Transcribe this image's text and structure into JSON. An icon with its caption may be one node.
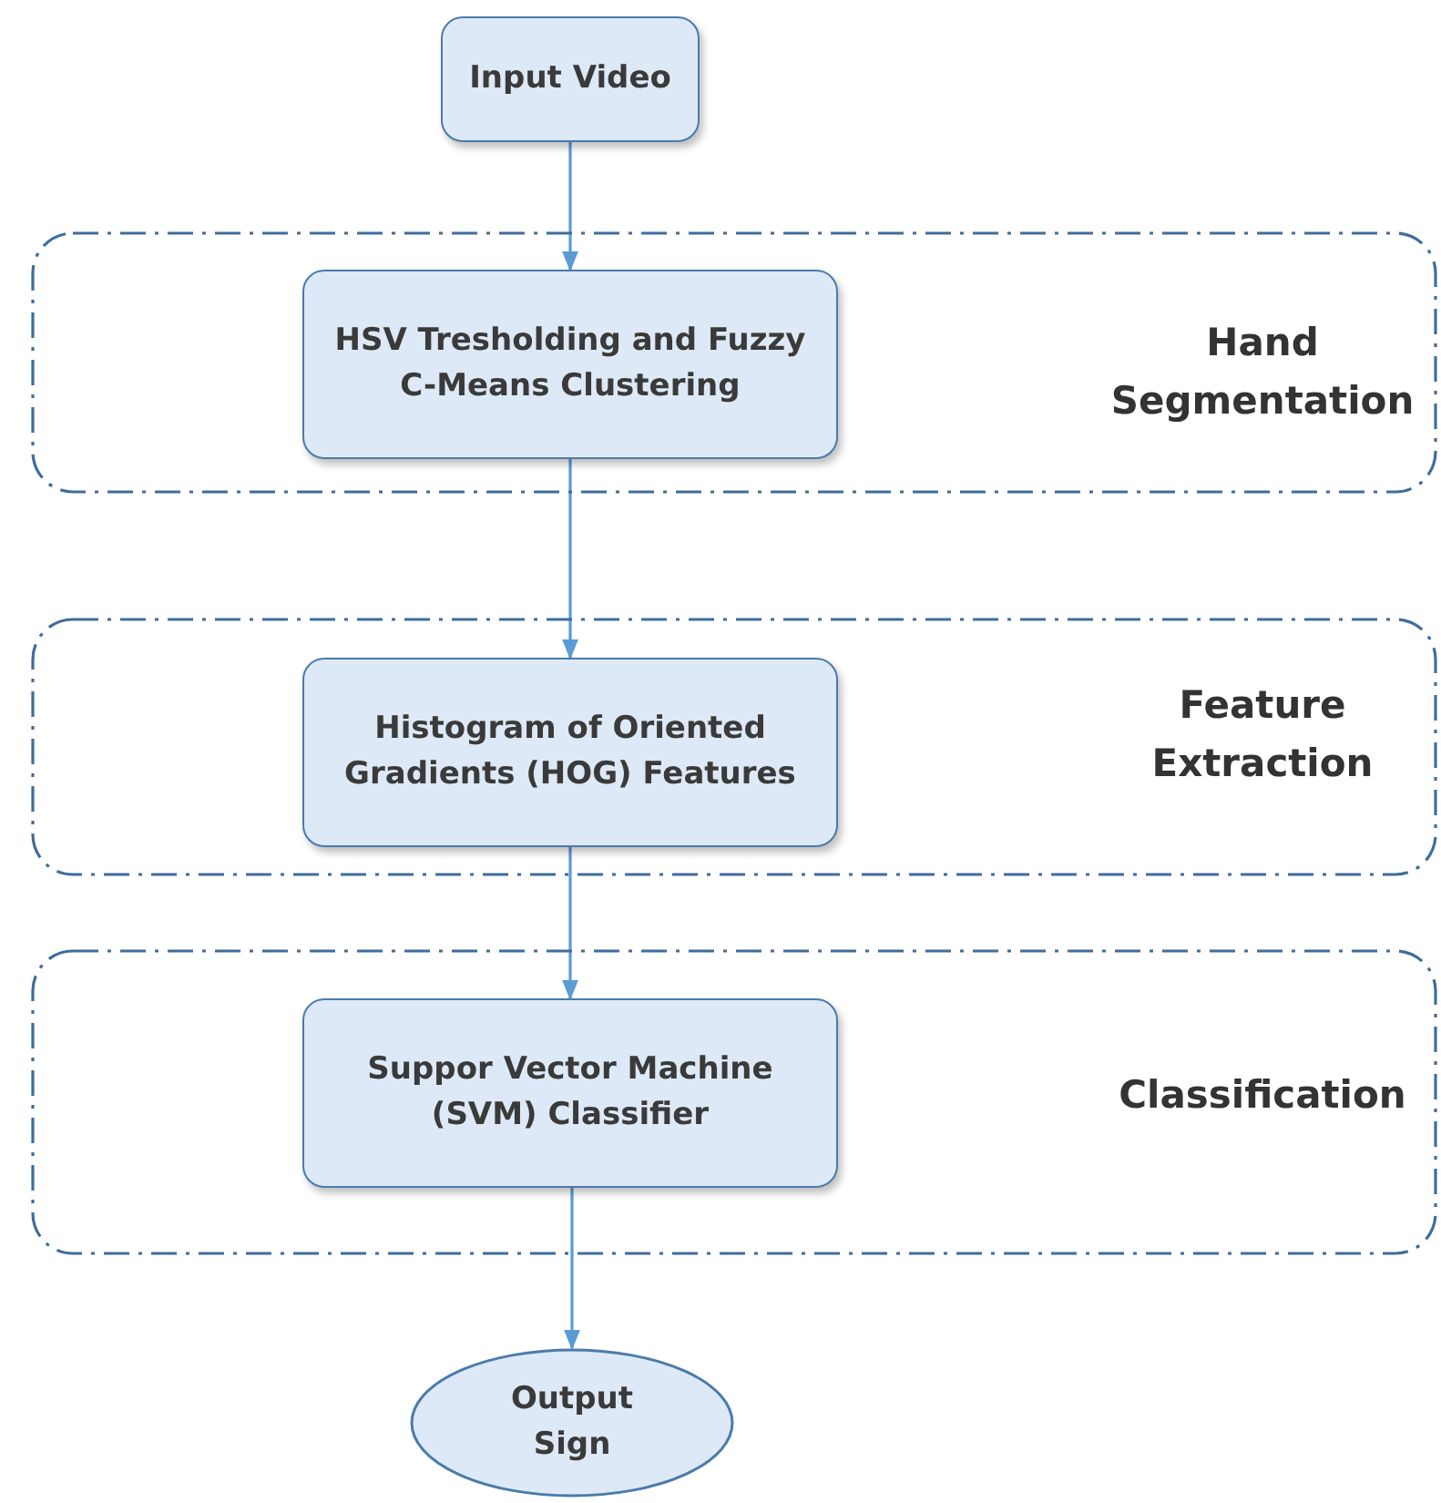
{
  "diagram": {
    "nodes": [
      {
        "text": [
          "Input Video"
        ]
      },
      {
        "text": [
          "Hand Segmentation"
        ]
      },
      {
        "text": [
          "HSV Tresholding and Fuzzy C-Means Clustering"
        ],
        "in": 1
      },
      {
        "text": [
          "Feature Extraction"
        ]
      },
      {
        "text": [
          "Histogram of Oriented Gradients (HOG) Features"
        ],
        "in": 3
      },
      {
        "text": [
          "Classification"
        ]
      },
      {
        "text": [
          "Suppor Vector Machine (SVM) Classifier"
        ],
        "in": 5
      },
      {
        "text": [
          "Output Sign"
        ]
      }
    ],
    "edges": [
      {
        "from": 0,
        "to": 2,
        "arrow": "to"
      },
      {
        "from": 2,
        "to": 4,
        "arrow": "to"
      },
      {
        "from": 4,
        "to": 6,
        "arrow": "to"
      },
      {
        "from": 6,
        "to": 7,
        "arrow": "to"
      }
    ]
  }
}
